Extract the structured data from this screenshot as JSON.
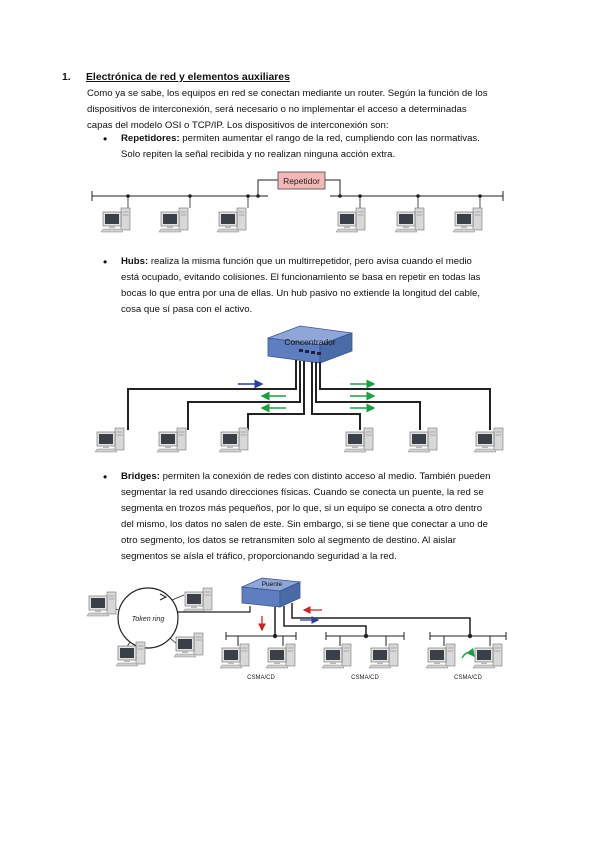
{
  "section": {
    "number": "1.",
    "title": "Electrónica de red y elementos auxiliares",
    "intro_lines": [
      "Como ya se sabe, los equipos en red se conectan mediante un router. Según la función de los",
      "dispositivos de interconexión, será necesario o no implementar el acceso a determinadas",
      "capas del modelo OSI o TCP/IP. Los dispositivos de interconexión son:"
    ]
  },
  "bullets": [
    {
      "term": "Repetidores:",
      "lines": [
        " permiten aumentar el rango de la red, cumpliendo con las normativas.",
        "Solo repiten la señal recibida y no realizan ninguna acción extra."
      ]
    },
    {
      "term": "Hubs:",
      "lines": [
        " realiza la misma función que un multirrepetidor, pero avisa cuando el medio",
        "está ocupado, evitando colisiones. El funcionamiento se basa en repetir en todas las",
        "bocas lo que entra por una de ellas. Un hub pasivo no extiende la longitud del cable,",
        "cosa que sí pasa con el activo."
      ]
    },
    {
      "term": "Bridges:",
      "lines": [
        " permiten la conexión de redes con distinto acceso al medio. También pueden",
        "segmentar la red usando direcciones físicas. Cuando se conecta un puente, la red se",
        "segmenta en trozos más pequeños, por lo que, si un equipo se conecta a otro dentro",
        "del mismo, los datos no salen de este. Sin embargo, si se tiene que conectar a uno de",
        "otro segmento, los datos se retransmiten solo al segmento de destino. Al aislar",
        "segmentos se aísla el tráfico, proporcionando seguridad a la red."
      ]
    }
  ],
  "figures": {
    "repeater": {
      "label": "Repetidor"
    },
    "hub": {
      "label": "Concentrador"
    },
    "bridge": {
      "label": "Puente",
      "ring_label": "Token ring",
      "segment_labels": [
        "CSMA/CD",
        "CSMA/CD",
        "CSMA/CD"
      ]
    }
  },
  "colors": {
    "repeater_fill": "#f4b8b8",
    "hub_blue": "#4a6aa8",
    "arrow_blue": "#2a3fa0",
    "arrow_green": "#1aa040",
    "arrow_red": "#d02020"
  }
}
